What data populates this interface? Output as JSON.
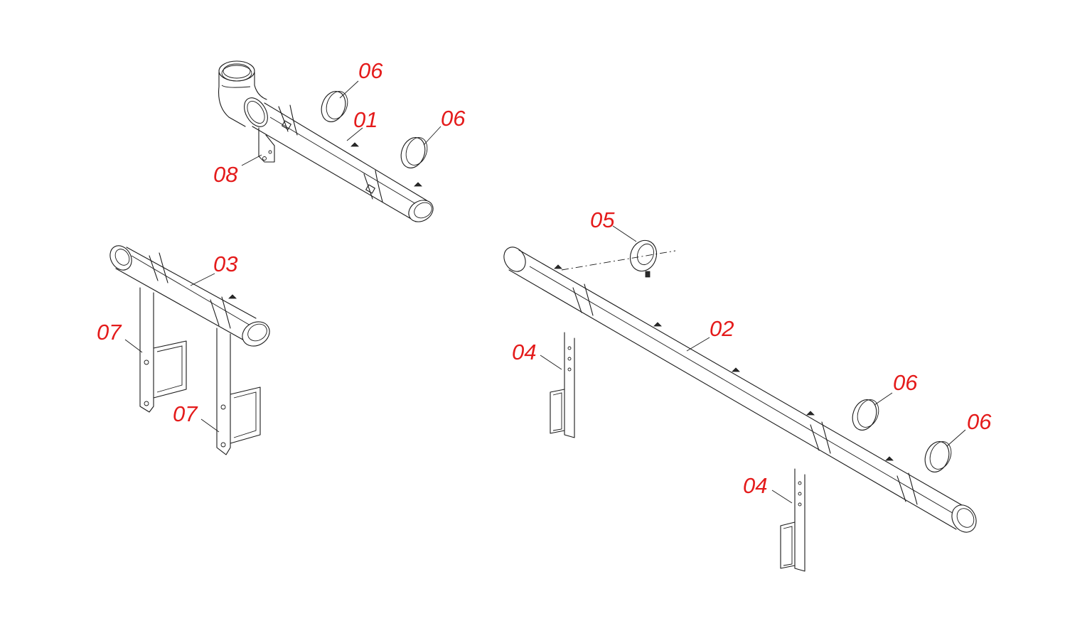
{
  "assembly": {
    "callouts": {
      "c01": "01",
      "c02": "02",
      "c03": "03",
      "c04a": "04",
      "c04b": "04",
      "c05": "05",
      "c06a": "06",
      "c06b": "06",
      "c06c": "06",
      "c06d": "06",
      "c07a": "07",
      "c07b": "07",
      "c08": "08"
    }
  },
  "colors": {
    "callout_text": "#e41b1b",
    "line_art": "#1a1a1a",
    "background": "#ffffff"
  }
}
